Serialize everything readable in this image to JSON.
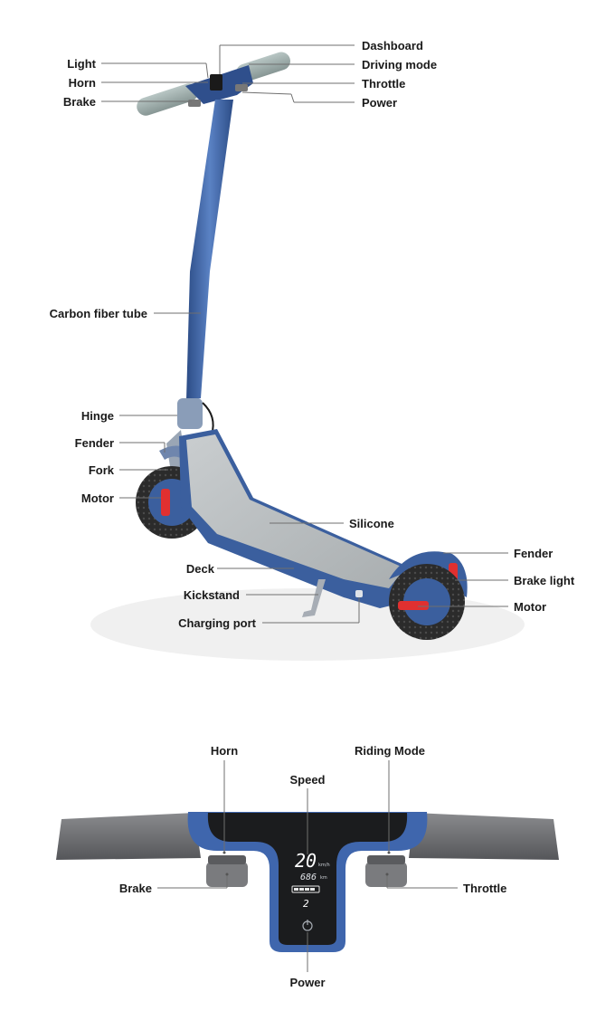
{
  "scooter_labels": {
    "light": "Light",
    "horn": "Horn",
    "brake": "Brake",
    "dashboard": "Dashboard",
    "driving_mode": "Driving mode",
    "throttle": "Throttle",
    "power": "Power",
    "carbon_fiber_tube": "Carbon fiber tube",
    "hinge": "Hinge",
    "fender_front": "Fender",
    "fork": "Fork",
    "motor_front": "Motor",
    "silicone": "Silicone",
    "fender_rear": "Fender",
    "deck": "Deck",
    "brake_light": "Brake light",
    "kickstand": "Kickstand",
    "motor_rear": "Motor",
    "charging_port": "Charging port"
  },
  "handlebar_labels": {
    "horn": "Horn",
    "riding_mode": "Riding Mode",
    "speed": "Speed",
    "brake": "Brake",
    "throttle": "Throttle",
    "power": "Power"
  },
  "display": {
    "speed_value": "20",
    "speed_unit": "km/h",
    "odometer_value": "686",
    "odometer_unit": "km",
    "mode_value": "2"
  },
  "colors": {
    "frame_blue": "#3b5f9e",
    "grip_gray": "#9aaaa8",
    "deck_silicone": "#b9bdbe",
    "tire": "#2a2a2a",
    "light_red": "#e03030",
    "bar_gray": "#6e6f72"
  }
}
